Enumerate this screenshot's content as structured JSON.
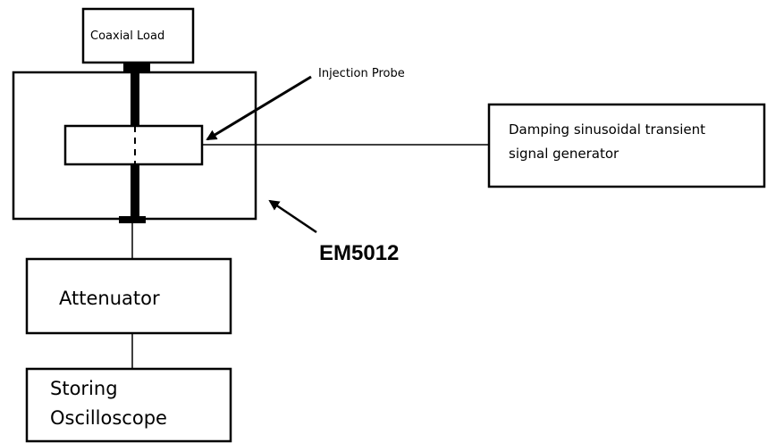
{
  "diagram": {
    "coaxial_load": "Coaxial Load",
    "injection_probe": "Injection Probe",
    "generator": [
      "Damping sinusoidal transient",
      "signal generator"
    ],
    "em_label": "EM5012",
    "attenuator": "Attenuator",
    "oscilloscope": [
      "Storing",
      "Oscilloscope"
    ]
  }
}
